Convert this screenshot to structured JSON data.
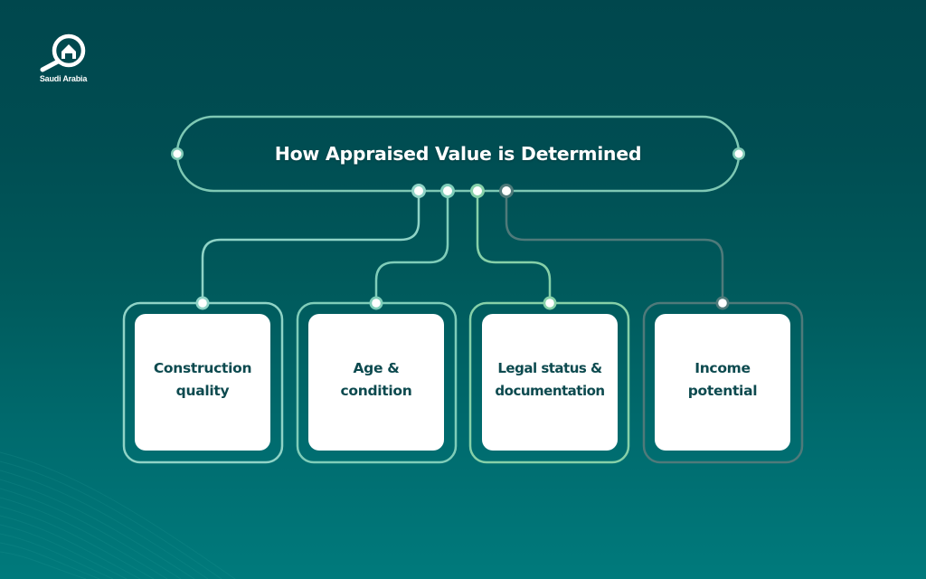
{
  "logo": {
    "icon": "magnifier-house-icon",
    "text": "Saudi Arabia"
  },
  "diagram": {
    "title": "How Appraised Value is Determined",
    "factors": [
      {
        "label": "Construction\nquality",
        "line_color": "#8fd3c6"
      },
      {
        "label": "Age &\ncondition",
        "line_color": "#7fcdb9"
      },
      {
        "label": "Legal status &\ndocumentation",
        "line_color": "#86d0a8"
      },
      {
        "label": "Income\npotential",
        "line_color": "#4f7a7a"
      }
    ]
  },
  "colors": {
    "background_top": "#00474d",
    "background_bottom": "#007a7c",
    "title_outline": "#7ec8b4",
    "card_fill": "#ffffff",
    "card_text": "#0d4a4f",
    "node_fill": "#ffffff"
  }
}
